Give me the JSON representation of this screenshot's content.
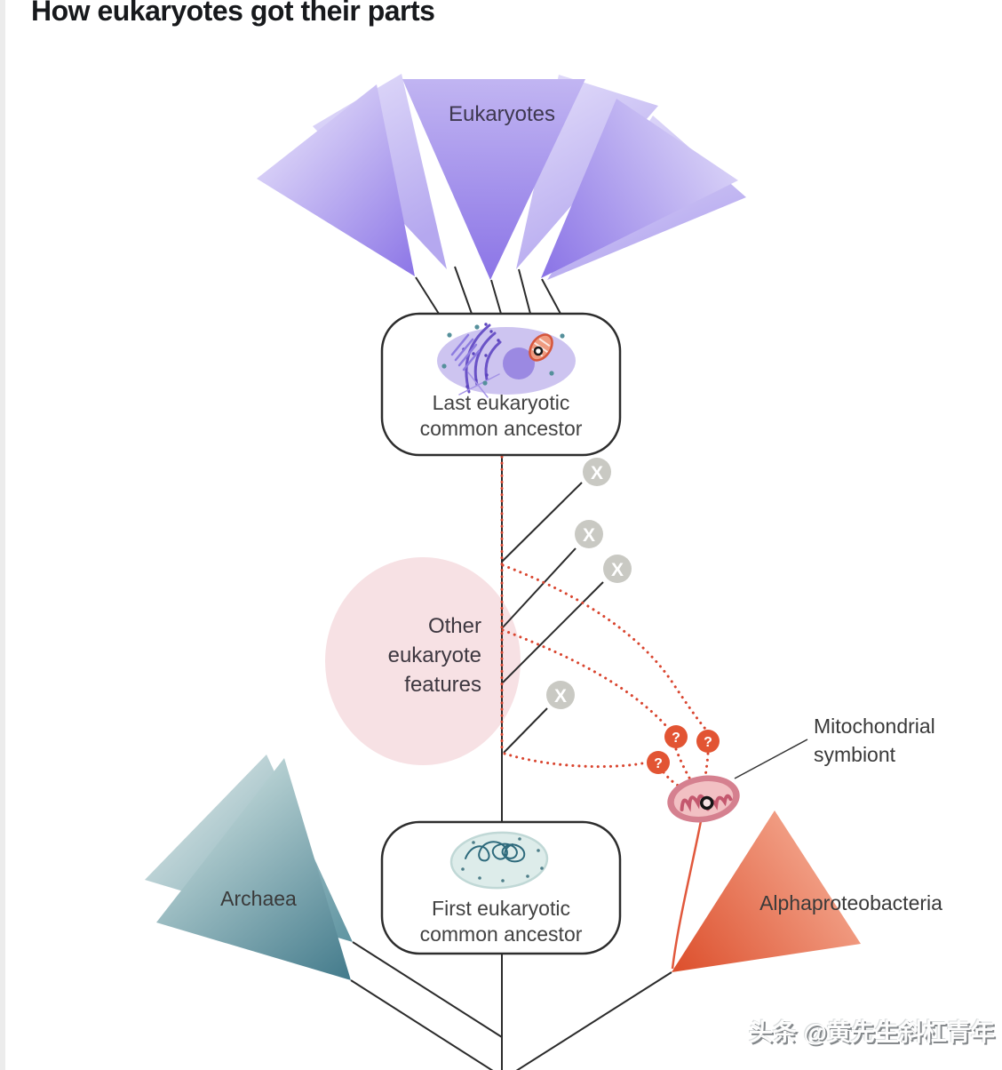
{
  "title": "How eukaryotes got their parts",
  "watermark": "头条 @黄先生斜杠青年",
  "diagram": {
    "clades": {
      "eukaryotes": "Eukaryotes",
      "archaea": "Archaea",
      "alphaproteobacteria": "Alphaproteobacteria"
    },
    "nodes": {
      "leca": {
        "line1": "Last eukaryotic",
        "line2": "common ancestor"
      },
      "feca": {
        "line1": "First eukaryotic",
        "line2": "common ancestor"
      }
    },
    "annotations": {
      "other_features": {
        "line1": "Other",
        "line2": "eukaryote",
        "line3": "features"
      },
      "mitochondrial_symbiont": {
        "line1": "Mitochondrial",
        "line2": "symbiont"
      },
      "extinct_marker": "X",
      "uncertain_marker": "?"
    }
  },
  "colors": {
    "eukaryote_purple": "#8a73e6",
    "eukaryote_purple_light": "#d4cdf6",
    "archaea_teal": "#47808f",
    "alphaproteobacteria_orange": "#dc4e2b",
    "lineage_red_dotted": "#d9452f",
    "extinct_gray": "#c9c9c3",
    "question_orange": "#e25433",
    "feature_ellipse_pink": "#f7e1e4",
    "mitochondrion_rose": "#d5808f"
  }
}
